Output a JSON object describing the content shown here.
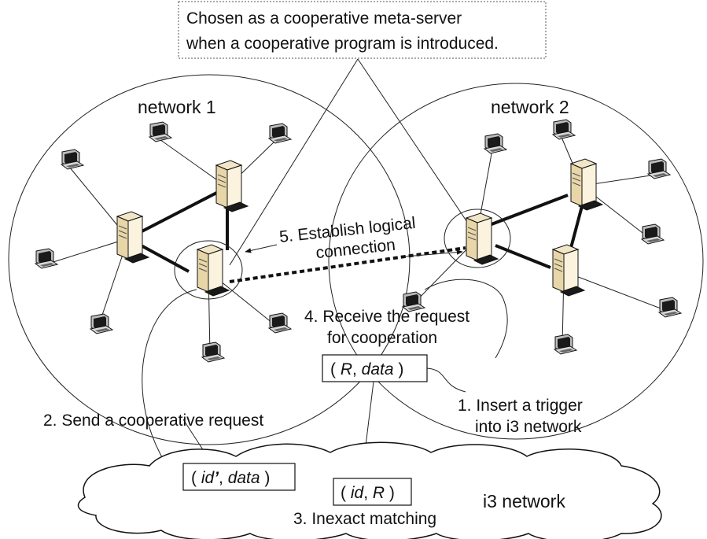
{
  "top_note": {
    "line1": "Chosen as a cooperative meta-server",
    "line2": "when a cooperative program is introduced."
  },
  "network1_label": "network 1",
  "network2_label": "network 2",
  "establish_label": {
    "line1": "5. Establish logical",
    "line2": "connection"
  },
  "receive_label": {
    "line1": "4. Receive the request",
    "line2": "for cooperation"
  },
  "packet_r_data": {
    "open": "( ",
    "r": "R",
    "data": "data",
    "close": " )"
  },
  "send_label": "2. Send a cooperative request",
  "insert_label": {
    "line1": "1. Insert a trigger",
    "line2": "into i3 network"
  },
  "packet_id_prime_data": {
    "open": "( ",
    "id": "id",
    "prime": "’",
    "data": "data",
    "close": " )"
  },
  "packet_id_r": {
    "open": "( ",
    "id": "id",
    "r": "R",
    "close": " )"
  },
  "i3_label": "i3 network",
  "matching_label": "3. Inexact matching"
}
